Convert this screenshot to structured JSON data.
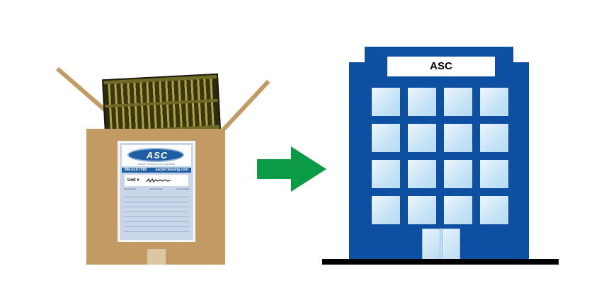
{
  "diagram": {
    "left": {
      "items": [
        "open-cardboard-box",
        "hvac-coil",
        "shipping-label"
      ],
      "label": {
        "logo_text": "ASC",
        "tagline": "ASCENT FINANCIAL COIL CLEANING",
        "phone": "866-619-7585",
        "website": "ascaircleaning.com",
        "unit_label": "Unit #",
        "footer_left": "Date Received",
        "footer_mid": "ASC Technician",
        "footer_right": "Pass / Fail Test"
      }
    },
    "arrow": {
      "direction": "right",
      "color": "#0b9a46"
    },
    "right": {
      "building_sign": "ASC",
      "building_color": "#0d4fa0",
      "window_rows": 4,
      "window_cols": 4
    }
  }
}
